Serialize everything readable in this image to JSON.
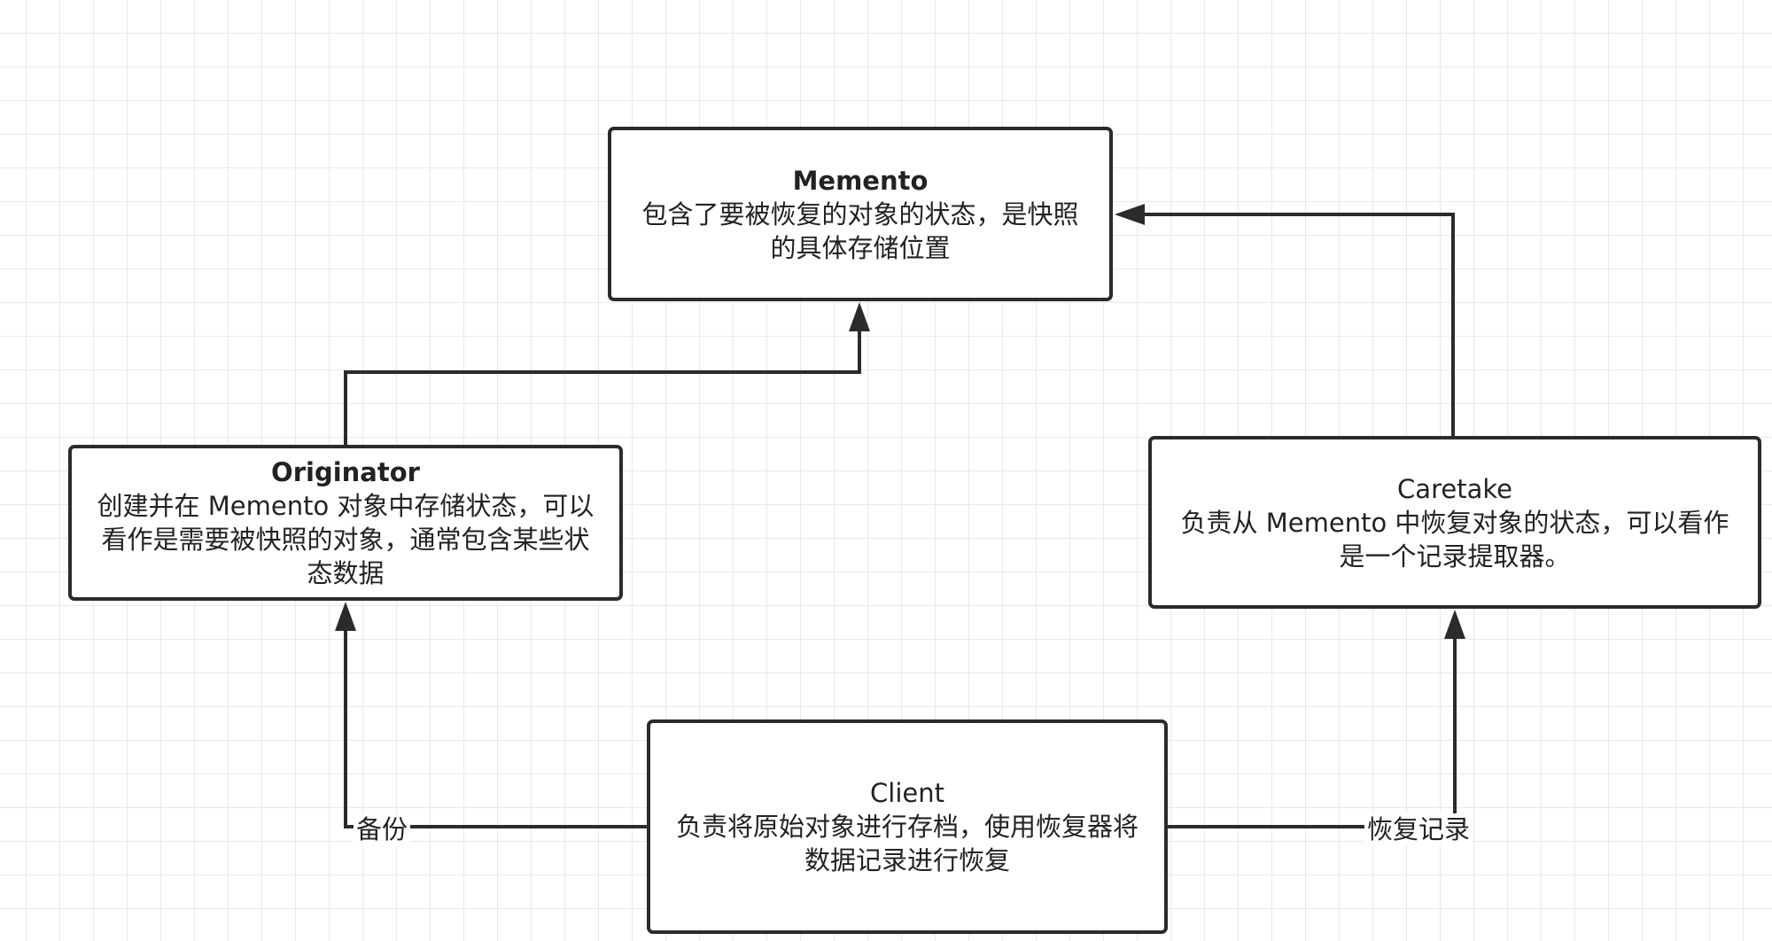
{
  "nodes": {
    "memento": {
      "title": "Memento",
      "description": "包含了要被恢复的对象的状态，是快照的具体存储位置"
    },
    "originator": {
      "title": "Originator",
      "description": "创建并在 Memento 对象中存储状态，可以看作是需要被快照的对象，通常包含某些状态数据"
    },
    "caretake": {
      "title": "Caretake",
      "description": "负责从 Memento 中恢复对象的状态，可以看作是一个记录提取器。"
    },
    "client": {
      "title": "Client",
      "description": "负责将原始对象进行存档，使用恢复器将数据记录进行恢复"
    }
  },
  "edges": {
    "backup_label": "备份",
    "restore_label": "恢复记录"
  },
  "colors": {
    "line": "#2b2b2b",
    "grid": "#e9e9e9",
    "background": "#ffffff"
  }
}
